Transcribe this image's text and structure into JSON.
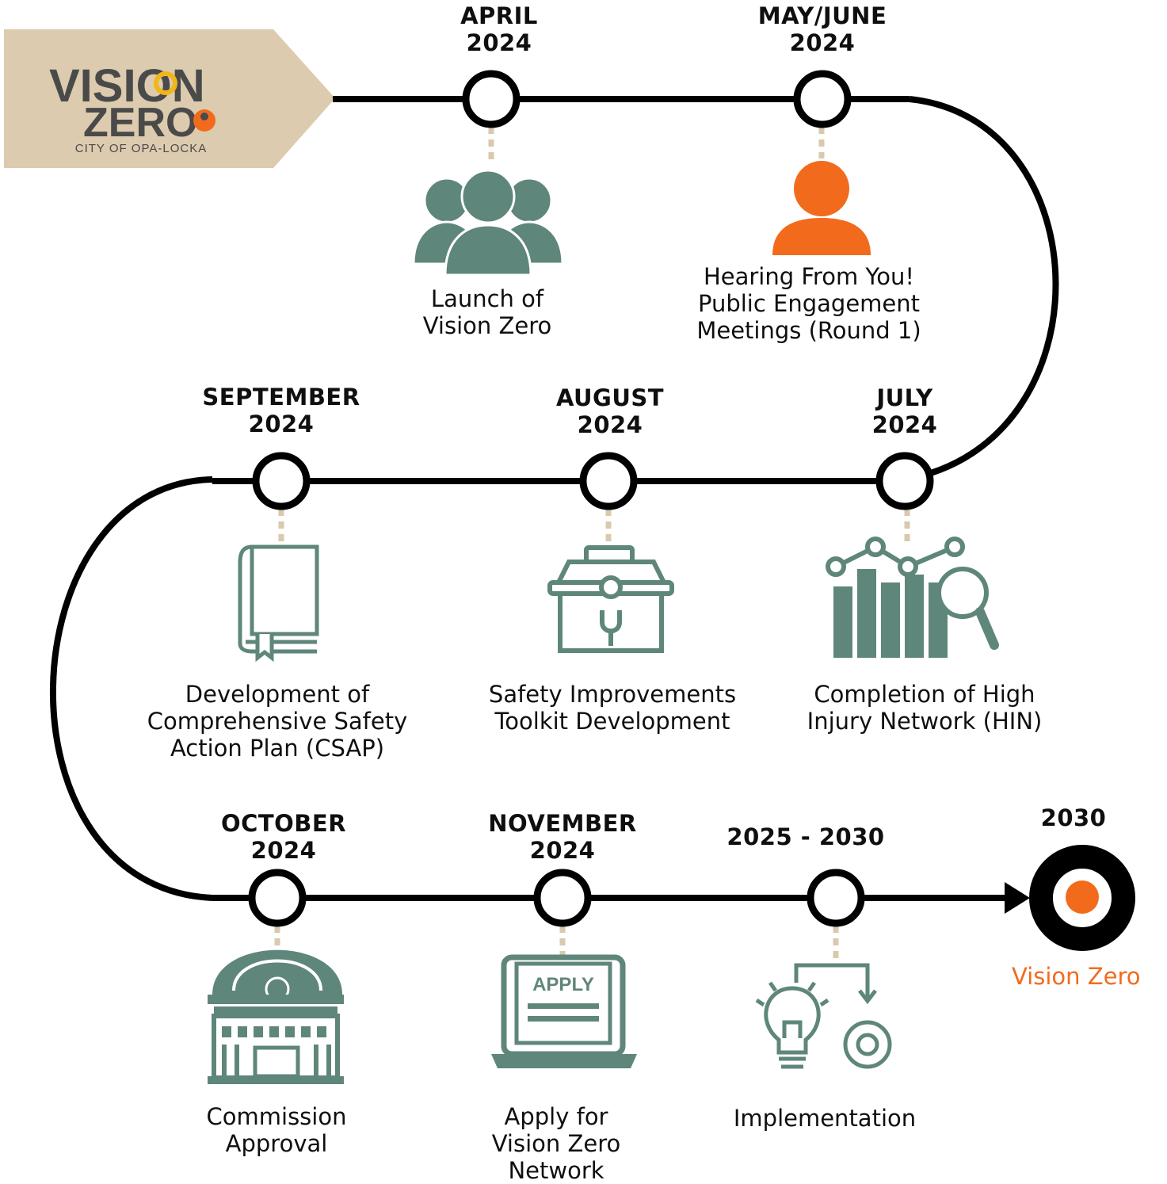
{
  "logo": {
    "word1": "VISION",
    "word2": "ZERO",
    "city": "CITY OF OPA-LOCKA"
  },
  "milestones": [
    {
      "date": [
        "APRIL",
        "2024"
      ],
      "label": [
        "Launch of",
        "Vision Zero"
      ],
      "icon": "group-of-people-icon"
    },
    {
      "date": [
        "MAY/JUNE",
        "2024"
      ],
      "label": [
        "Hearing From You!",
        "Public Engagement",
        "Meetings (Round 1)"
      ],
      "icon": "person-icon"
    },
    {
      "date": [
        "JULY",
        "2024"
      ],
      "label": [
        "Completion of High",
        "Injury Network (HIN)"
      ],
      "icon": "bar-chart-magnifier-icon"
    },
    {
      "date": [
        "AUGUST",
        "2024"
      ],
      "label": [
        "Safety Improvements",
        "Toolkit Development"
      ],
      "icon": "toolbox-icon"
    },
    {
      "date": [
        "SEPTEMBER",
        "2024"
      ],
      "label": [
        "Development of",
        "Comprehensive Safety",
        "Action Plan (CSAP)"
      ],
      "icon": "book-icon"
    },
    {
      "date": [
        "OCTOBER",
        "2024"
      ],
      "label": [
        "Commission",
        "Approval"
      ],
      "icon": "government-building-icon"
    },
    {
      "date": [
        "NOVEMBER",
        "2024"
      ],
      "label": [
        "Apply for",
        "Vision Zero",
        "Network"
      ],
      "icon": "laptop-apply-icon"
    },
    {
      "date": [
        "2025 - 2030"
      ],
      "label": [
        "Implementation"
      ],
      "icon": "lightbulb-gear-icon"
    }
  ],
  "final": {
    "date": "2030",
    "label": "Vision Zero",
    "icon": "target-icon"
  },
  "icon_labels": {
    "apply": "APPLY"
  },
  "colors": {
    "line": "#000000",
    "icon_green": "#5f867b",
    "accent_orange": "#f26b1d",
    "logo_bg": "#dccbae",
    "connector": "#d9c9ad"
  }
}
